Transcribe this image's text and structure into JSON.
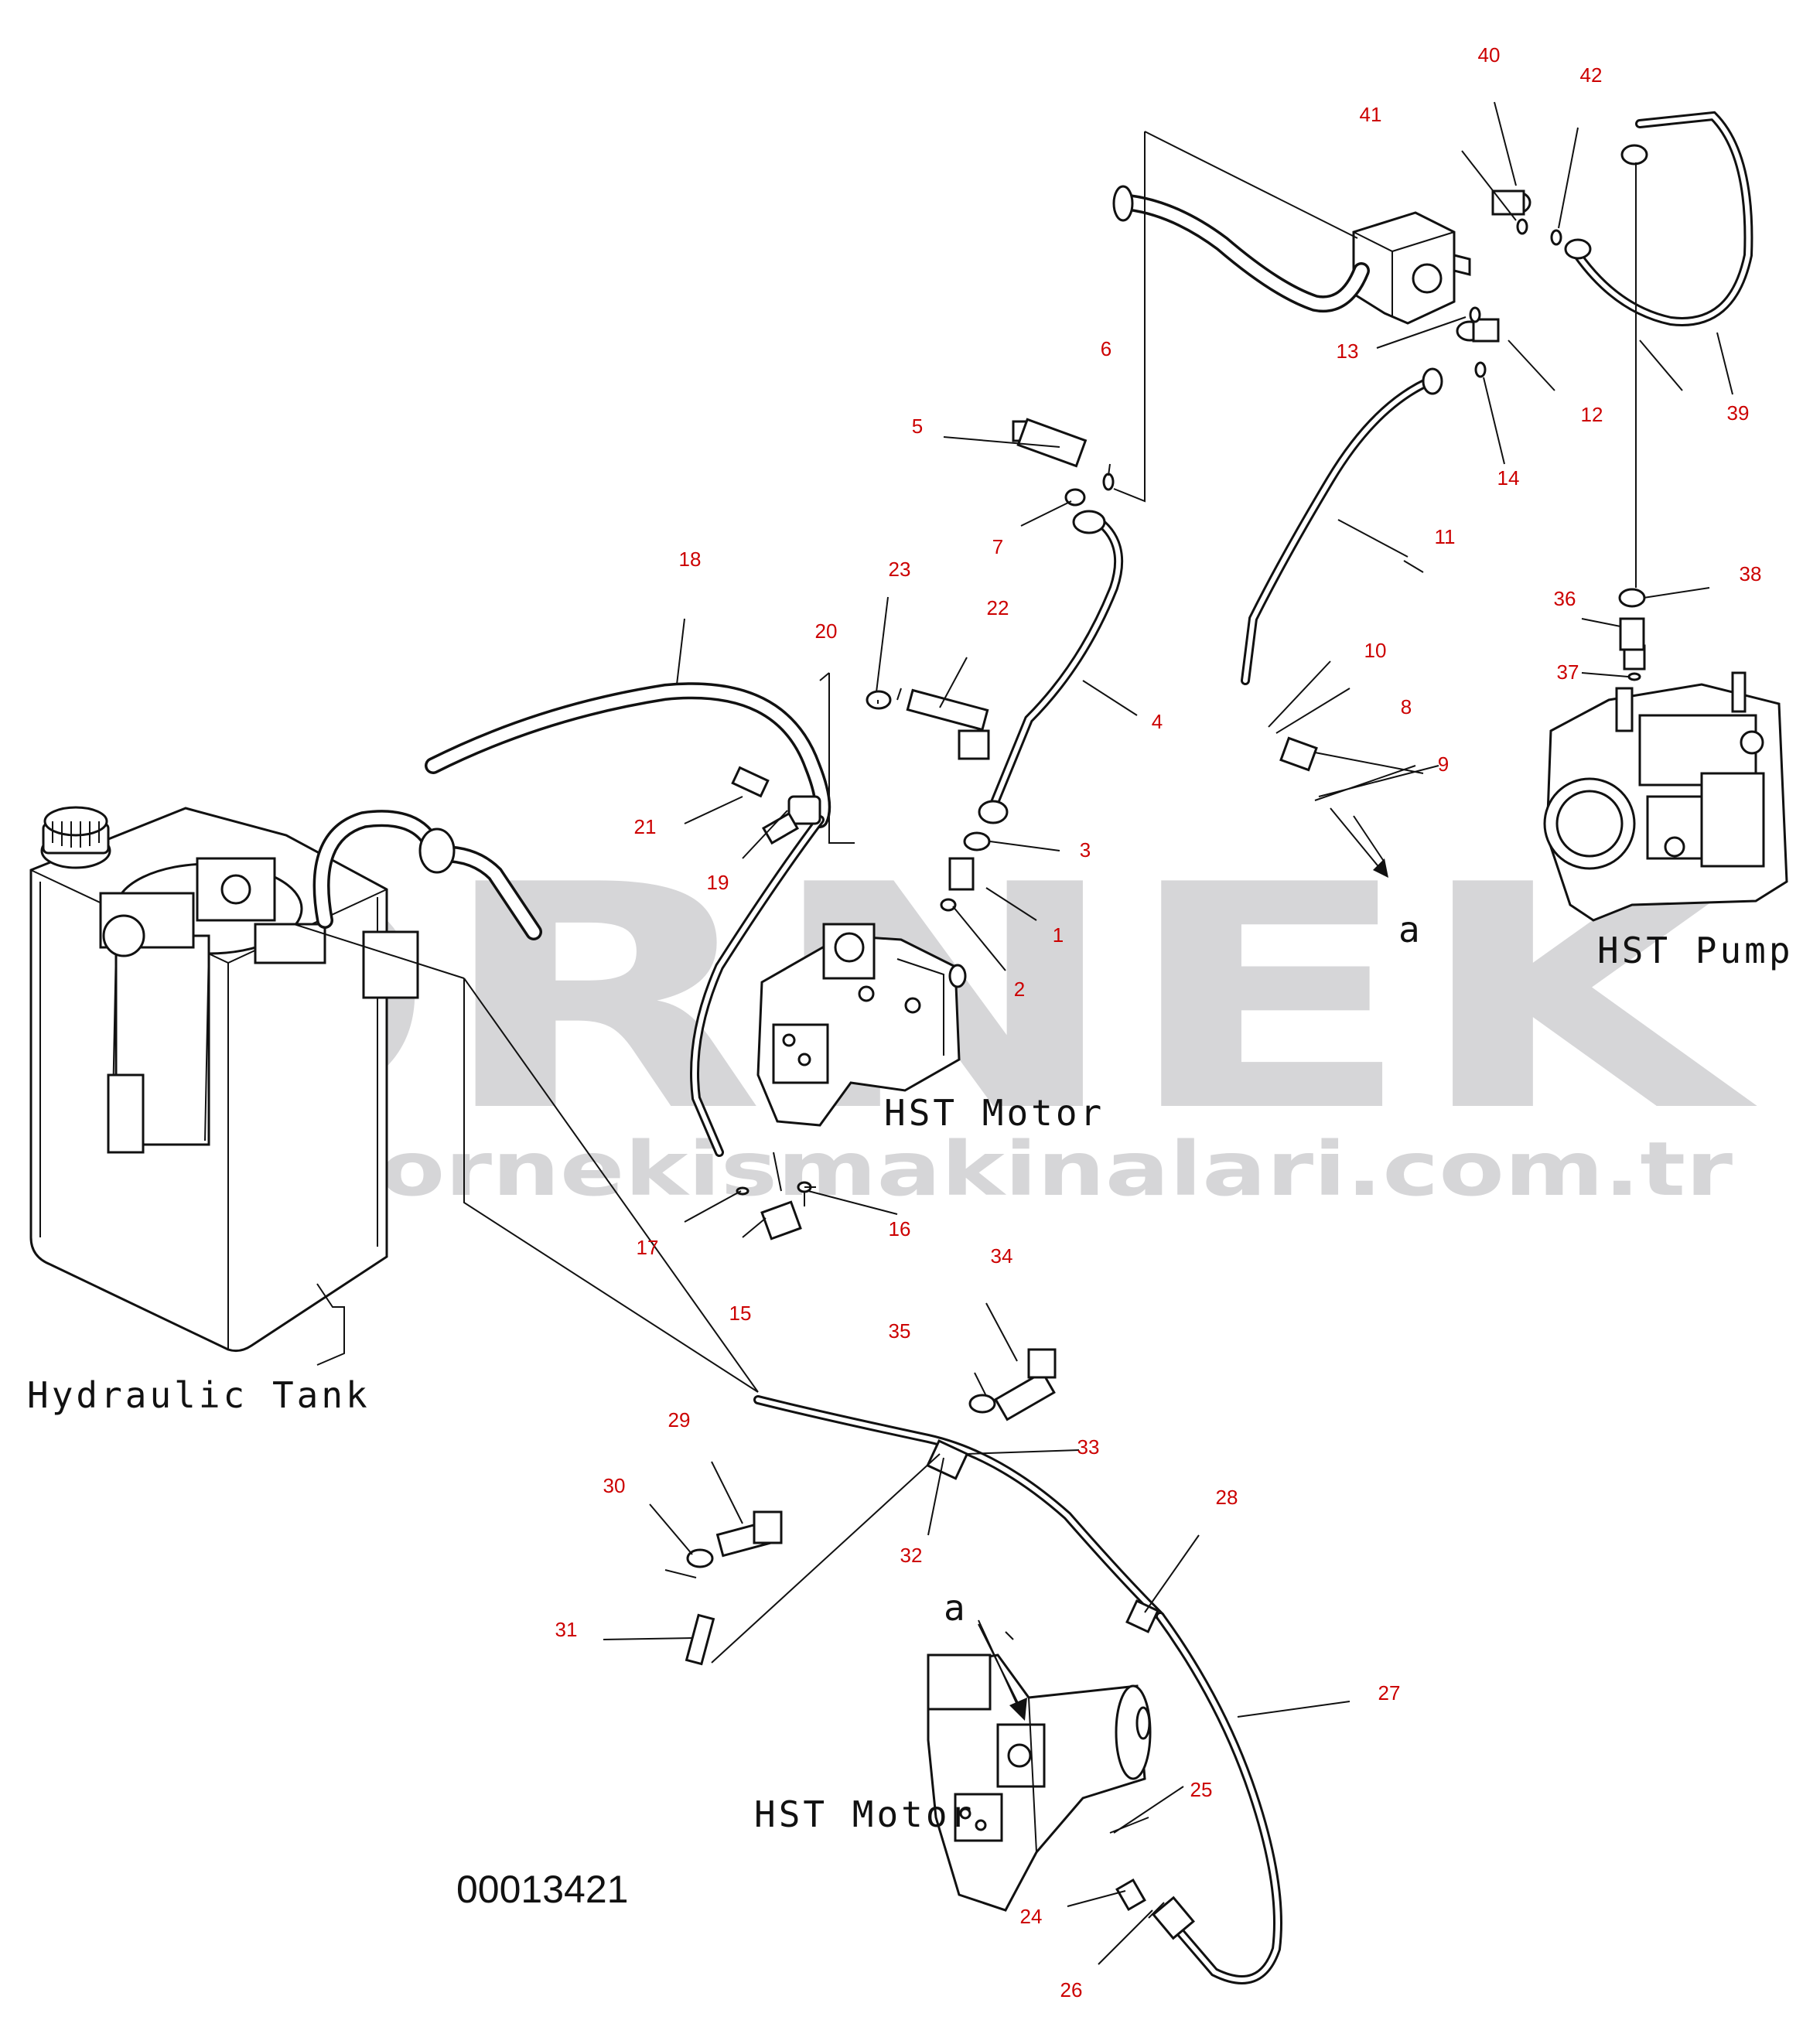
{
  "watermark": {
    "brand": "ORNEK",
    "url": "www.ornekismakinalari.com.tr"
  },
  "captions": {
    "hydraulic_tank": "Hydraulic Tank",
    "hst_pump": "HST Pump",
    "hst_motor_upper": "HST Motor",
    "hst_motor_lower": "HST Motor",
    "arrow_label_upper": "a",
    "arrow_label_lower": "a"
  },
  "drawing_code": "00013421",
  "callouts": [
    "1",
    "2",
    "3",
    "4",
    "5",
    "6",
    "7",
    "8",
    "9",
    "10",
    "11",
    "12",
    "13",
    "14",
    "15",
    "16",
    "17",
    "18",
    "19",
    "20",
    "21",
    "22",
    "23",
    "24",
    "25",
    "26",
    "27",
    "28",
    "29",
    "30",
    "31",
    "32",
    "33",
    "34",
    "35",
    "36",
    "37",
    "38",
    "39",
    "40",
    "41",
    "42"
  ],
  "colors": {
    "callout_text": "#cc0000",
    "line_art": "#111111",
    "watermark": "#d6d6d8"
  }
}
